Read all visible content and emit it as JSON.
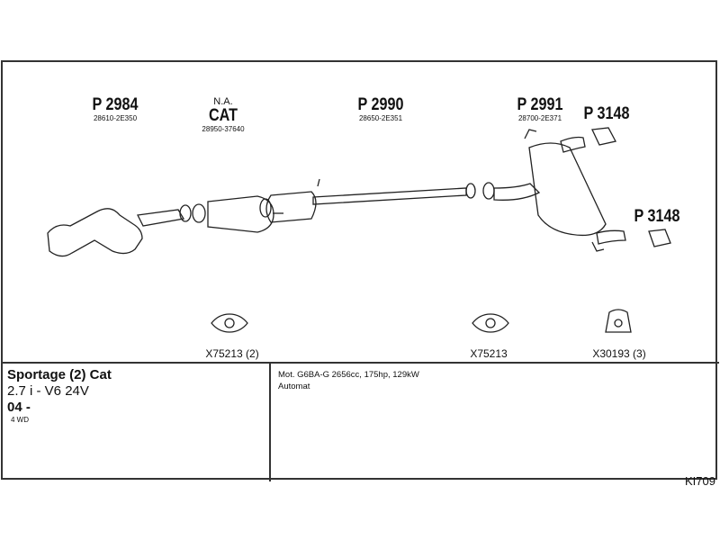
{
  "parts": [
    {
      "number": "P 2984",
      "oe": "28610-2E350"
    },
    {
      "note": "N.A.",
      "number": "CAT",
      "oe": "28950-37640"
    },
    {
      "number": "P 2990",
      "oe": "28650-2E351"
    },
    {
      "number": "P 2991",
      "oe": "28700-2E371"
    },
    {
      "number": "P 3148"
    },
    {
      "number": "P 3148"
    }
  ],
  "accessories": [
    {
      "code": "X75213 (2)"
    },
    {
      "code": "X75213"
    },
    {
      "code": "X30193 (3)"
    }
  ],
  "vehicle": {
    "model": "Sportage (2) Cat",
    "engine": "2.7 i - V6 24V",
    "years": "04 -",
    "drive": "4 WD"
  },
  "details": {
    "motor": "Mot. G6BA-G 2656cc, 175hp, 129kW",
    "transmission": "Automat"
  },
  "reference": "KI709"
}
